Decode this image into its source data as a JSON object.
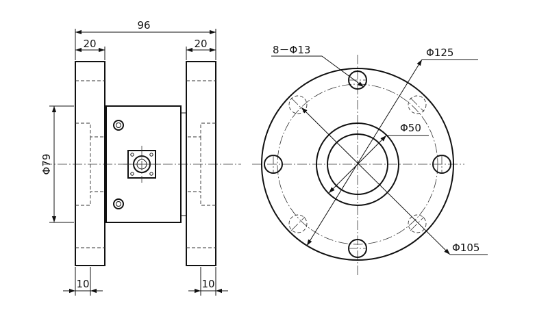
{
  "dimensions": {
    "overall_length": "96",
    "left_flange_width": "20",
    "right_flange_width": "20",
    "body_diameter": "Φ79",
    "left_flange_step": "10",
    "right_flange_step": "10",
    "bolt_holes": "8－Φ13",
    "flange_diameter": "Φ125",
    "bore_diameter": "Φ50",
    "bolt_circle_diameter": "Φ105"
  }
}
